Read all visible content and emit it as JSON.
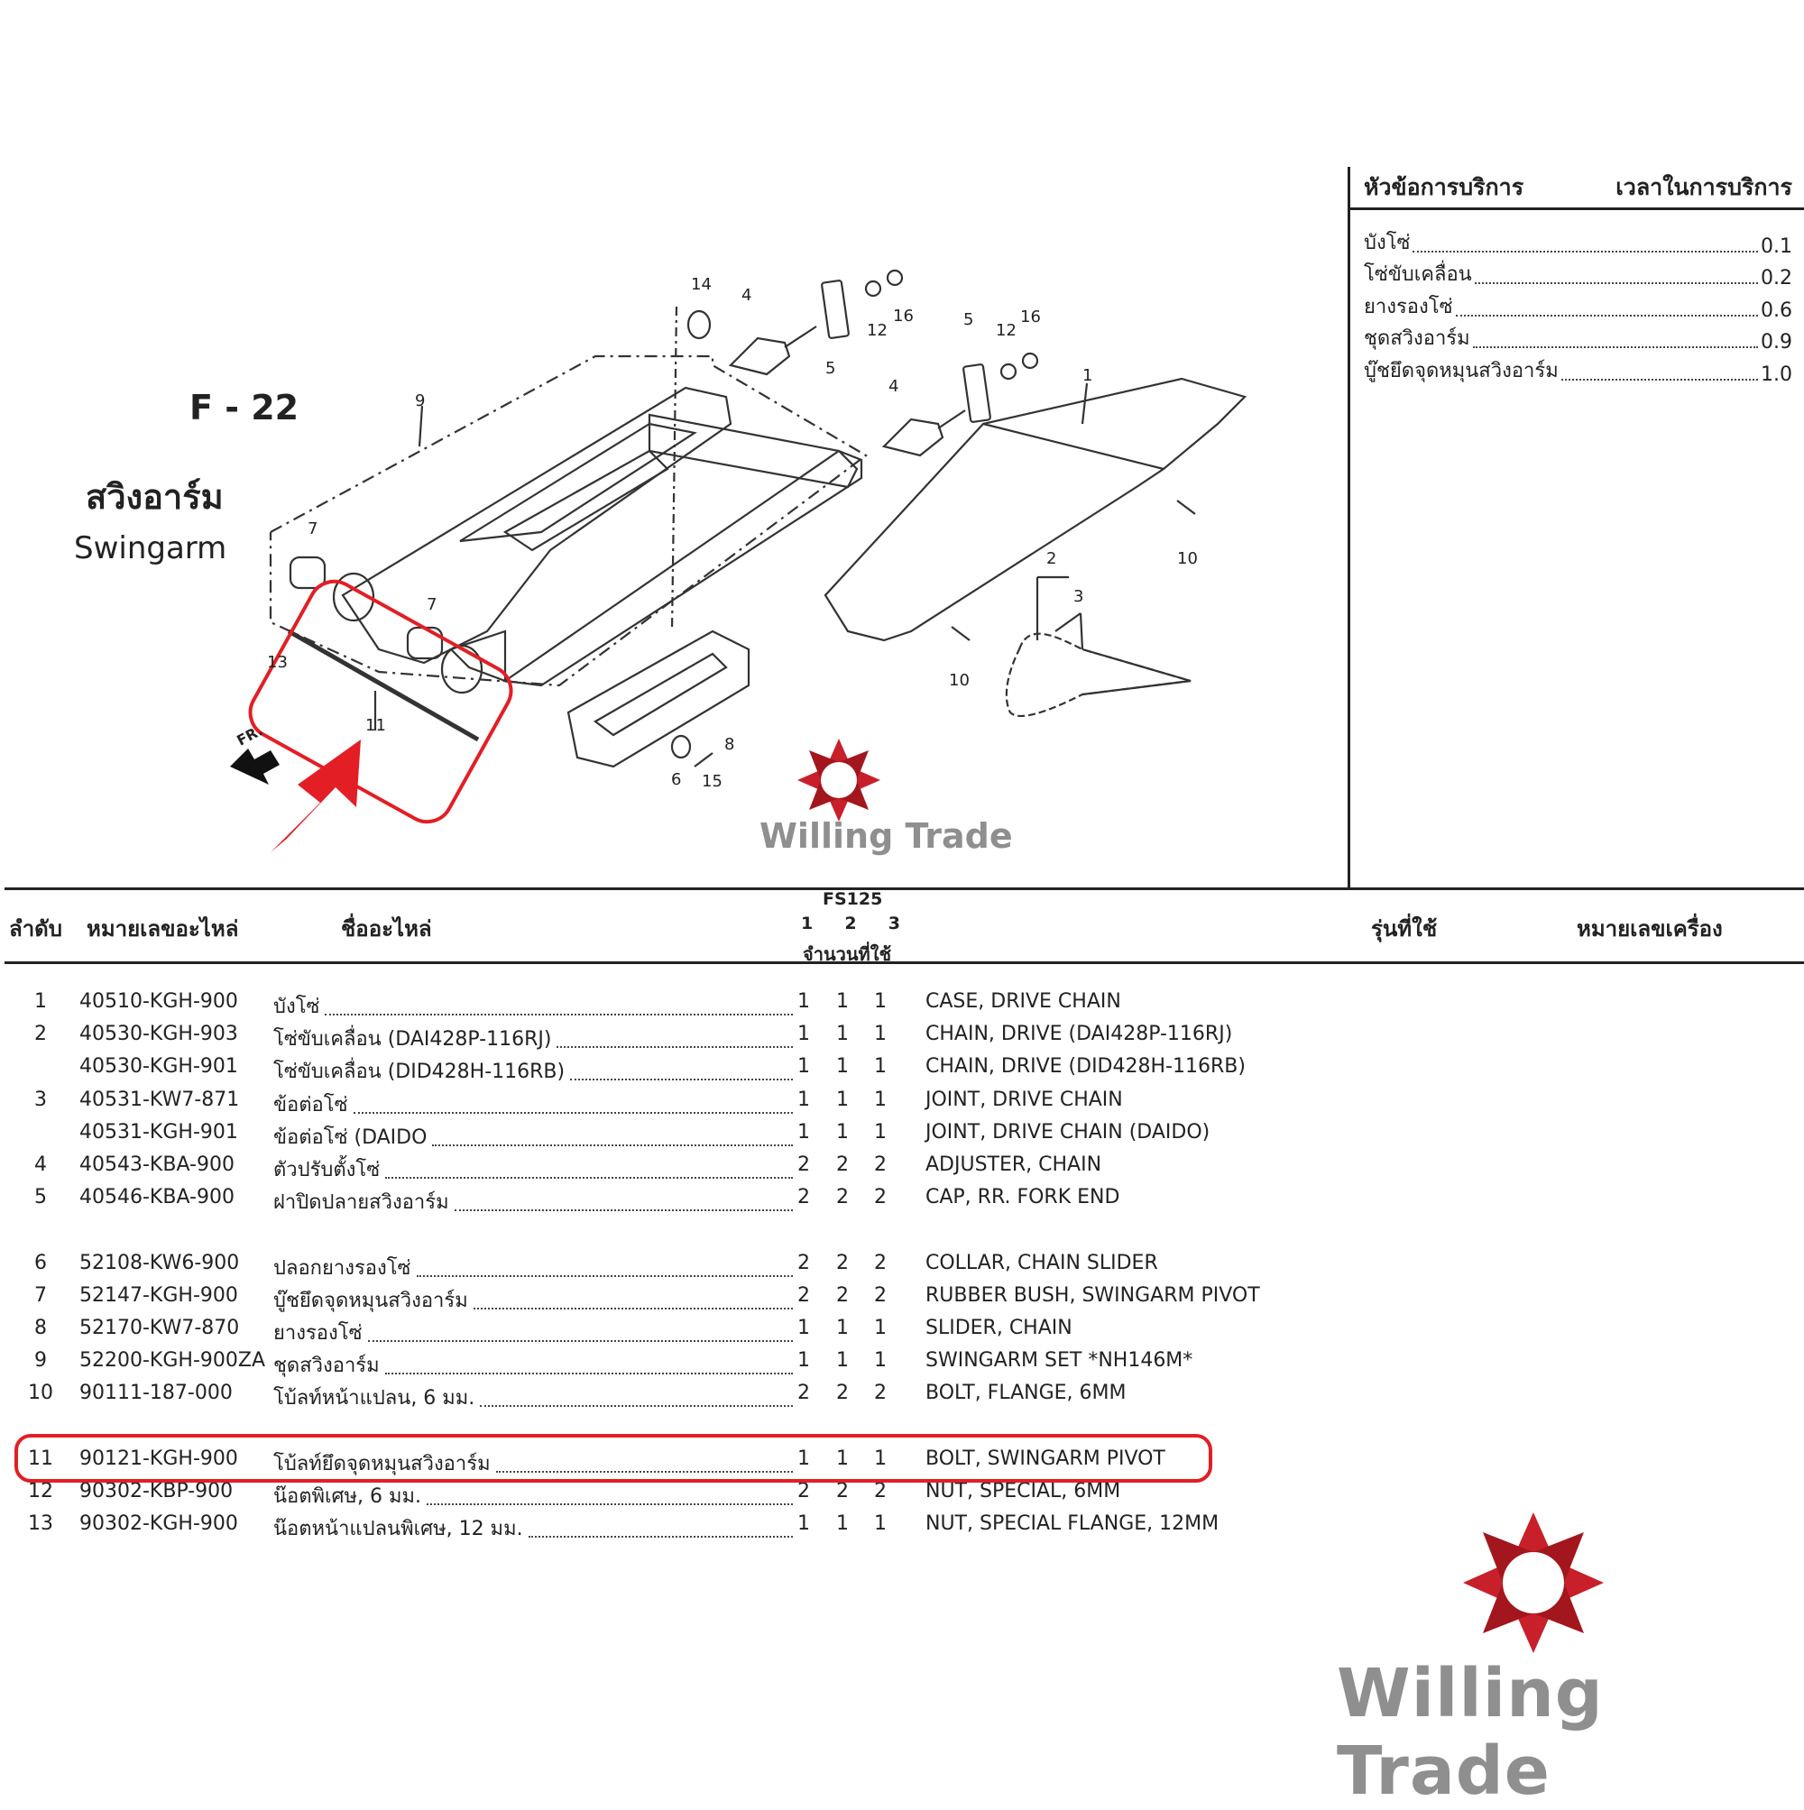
{
  "header": {
    "figure_code": "F - 22",
    "title_th": "สวิงอาร์ม",
    "title_en": "Swingarm",
    "front_marker": "FR."
  },
  "callouts": [
    "1",
    "2",
    "3",
    "4",
    "4",
    "5",
    "5",
    "6",
    "7",
    "7",
    "8",
    "9",
    "10",
    "10",
    "11",
    "12",
    "12",
    "13",
    "14",
    "15",
    "16",
    "16"
  ],
  "service": {
    "header_topic": "หัวข้อการบริการ",
    "header_time": "เวลาในการบริการ",
    "items": [
      {
        "name": "บังโซ่",
        "time": "0.1"
      },
      {
        "name": "โซ่ขับเคลื่อน",
        "time": "0.2"
      },
      {
        "name": "ยางรองโซ่",
        "time": "0.6"
      },
      {
        "name": "ชุดสวิงอาร์ม",
        "time": "0.9"
      },
      {
        "name": "บู๊ชยึดจุดหมุนสวิงอาร์ม",
        "time": "1.0"
      }
    ]
  },
  "table": {
    "headers": {
      "no": "ลำดับ",
      "part_no": "หมายเลขอะไหล่",
      "name": "ชื่ออะไหล่",
      "model": "FS125",
      "cols": [
        "1",
        "2",
        "3"
      ],
      "qty": "จำนวนที่ใช้",
      "used_in": "รุ่นที่ใช้",
      "engine_no": "หมายเลขเครื่อง"
    },
    "rows": [
      {
        "no": "1",
        "part": "40510-KGH-900",
        "name": "บังโซ่",
        "q": [
          "1",
          "1",
          "1"
        ],
        "en": "CASE, DRIVE CHAIN"
      },
      {
        "no": "2",
        "part": "40530-KGH-903",
        "name": "โซ่ขับเคลื่อน (DAI428P-116RJ)",
        "q": [
          "1",
          "1",
          "1"
        ],
        "en": "CHAIN, DRIVE (DAI428P-116RJ)"
      },
      {
        "no": "",
        "part": "40530-KGH-901",
        "name": "โซ่ขับเคลื่อน (DID428H-116RB)",
        "q": [
          "1",
          "1",
          "1"
        ],
        "en": "CHAIN, DRIVE (DID428H-116RB)"
      },
      {
        "no": "3",
        "part": "40531-KW7-871",
        "name": "ข้อต่อโซ่",
        "q": [
          "1",
          "1",
          "1"
        ],
        "en": "JOINT, DRIVE CHAIN"
      },
      {
        "no": "",
        "part": "40531-KGH-901",
        "name": "ข้อต่อโซ่ (DAIDO",
        "q": [
          "1",
          "1",
          "1"
        ],
        "en": "JOINT, DRIVE CHAIN (DAIDO)"
      },
      {
        "no": "4",
        "part": "40543-KBA-900",
        "name": "ตัวปรับตั้งโซ่",
        "q": [
          "2",
          "2",
          "2"
        ],
        "en": "ADJUSTER, CHAIN"
      },
      {
        "no": "5",
        "part": "40546-KBA-900",
        "name": "ฝาปิดปลายสวิงอาร์ม",
        "q": [
          "2",
          "2",
          "2"
        ],
        "en": "CAP, RR. FORK END"
      },
      {
        "no": "6",
        "part": "52108-KW6-900",
        "name": "ปลอกยางรองโซ่",
        "q": [
          "2",
          "2",
          "2"
        ],
        "en": "COLLAR, CHAIN SLIDER"
      },
      {
        "no": "7",
        "part": "52147-KGH-900",
        "name": "บู๊ชยึดจุดหมุนสวิงอาร์ม",
        "q": [
          "2",
          "2",
          "2"
        ],
        "en": "RUBBER BUSH, SWINGARM PIVOT"
      },
      {
        "no": "8",
        "part": "52170-KW7-870",
        "name": "ยางรองโซ่",
        "q": [
          "1",
          "1",
          "1"
        ],
        "en": "SLIDER, CHAIN"
      },
      {
        "no": "9",
        "part": "52200-KGH-900ZA",
        "name": "ชุดสวิงอาร์ม",
        "q": [
          "1",
          "1",
          "1"
        ],
        "en": "SWINGARM SET *NH146M*"
      },
      {
        "no": "10",
        "part": "90111-187-000",
        "name": "โบ้ลท์หน้าแปลน, 6 มม.",
        "q": [
          "2",
          "2",
          "2"
        ],
        "en": "BOLT, FLANGE, 6MM"
      },
      {
        "no": "11",
        "part": "90121-KGH-900",
        "name": "โบ้ลท์ยึดจุดหมุนสวิงอาร์ม",
        "q": [
          "1",
          "1",
          "1"
        ],
        "en": "BOLT, SWINGARM PIVOT"
      },
      {
        "no": "12",
        "part": "90302-KBP-900",
        "name": "น๊อตพิเศษ, 6 มม.",
        "q": [
          "2",
          "2",
          "2"
        ],
        "en": "NUT, SPECIAL, 6MM"
      },
      {
        "no": "13",
        "part": "90302-KGH-900",
        "name": "น๊อตหน้าแปลนพิเศษ, 12 มม.",
        "q": [
          "1",
          "1",
          "1"
        ],
        "en": "NUT, SPECIAL FLANGE, 12MM"
      }
    ]
  },
  "logo": {
    "text": "Willing Trade",
    "colors": {
      "red": "#c8202a",
      "gray": "#8f8f8f"
    }
  },
  "accent": {
    "highlight": "#e31e25"
  }
}
